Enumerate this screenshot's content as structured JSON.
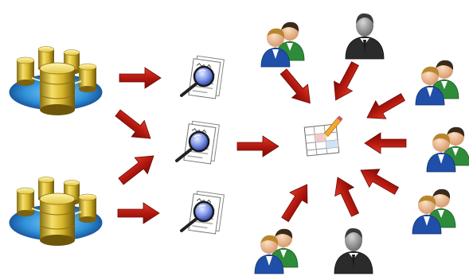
{
  "diagram": {
    "type": "data-flow",
    "nodes": {
      "databases": [
        {
          "id": "db-top",
          "icon": "database-cluster-icon"
        },
        {
          "id": "db-bottom",
          "icon": "database-cluster-icon"
        }
      ],
      "reports": [
        {
          "id": "report-top",
          "icon": "report-magnifier-icon"
        },
        {
          "id": "report-middle",
          "icon": "report-magnifier-icon"
        },
        {
          "id": "report-bottom",
          "icon": "report-magnifier-icon"
        }
      ],
      "hub": {
        "id": "hub",
        "icon": "spreadsheet-edit-icon"
      },
      "users": [
        {
          "id": "user-top-left",
          "icon": "user-pair-icon"
        },
        {
          "id": "user-top-middle",
          "icon": "businessman-icon"
        },
        {
          "id": "user-top-right",
          "icon": "user-pair-icon"
        },
        {
          "id": "user-right-middle",
          "icon": "user-pair-icon"
        },
        {
          "id": "user-right-lower",
          "icon": "user-pair-icon"
        },
        {
          "id": "user-bottom-middle",
          "icon": "businessman-icon"
        },
        {
          "id": "user-bottom-left",
          "icon": "user-pair-icon"
        }
      ]
    },
    "edges": [
      {
        "from": "db-top",
        "to": "report-top"
      },
      {
        "from": "db-top",
        "to": "report-middle"
      },
      {
        "from": "db-bottom",
        "to": "report-middle"
      },
      {
        "from": "db-bottom",
        "to": "report-bottom"
      },
      {
        "from": "report-middle",
        "to": "hub"
      },
      {
        "from": "user-top-left",
        "to": "hub"
      },
      {
        "from": "user-top-middle",
        "to": "hub"
      },
      {
        "from": "user-top-right",
        "to": "hub"
      },
      {
        "from": "user-right-middle",
        "to": "hub"
      },
      {
        "from": "user-right-lower",
        "to": "hub"
      },
      {
        "from": "user-bottom-middle",
        "to": "hub"
      },
      {
        "from": "user-bottom-left",
        "to": "hub"
      }
    ],
    "colors": {
      "arrow": "#b3180f",
      "arrow_dark": "#7a0c06",
      "database_gold": "#d6b52a",
      "database_base": "#2f8fd8",
      "user_suit_blue": "#1f4fa8",
      "user_suit_green": "#2e8b3a",
      "user_suit_dark": "#2b2b2b",
      "magnifier_lens": "#5a74d6"
    }
  }
}
